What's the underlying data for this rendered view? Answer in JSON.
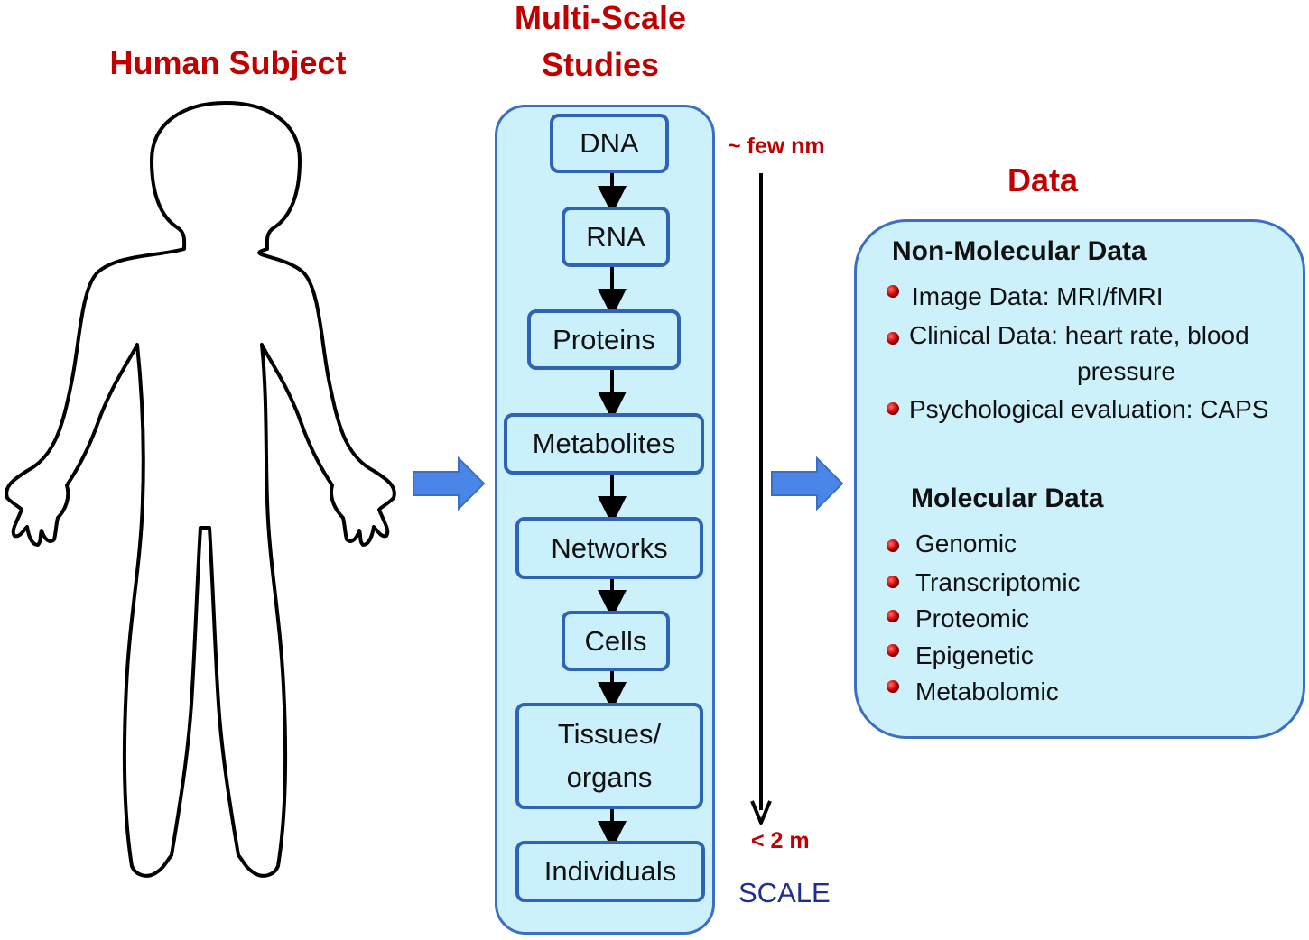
{
  "titles": {
    "human_subject": "Human Subject",
    "multi_scale_line1": "Multi-Scale",
    "multi_scale_line2": "Studies",
    "data": "Data"
  },
  "stages": [
    {
      "label": "DNA"
    },
    {
      "label": "RNA"
    },
    {
      "label": "Proteins"
    },
    {
      "label": "Metabolites"
    },
    {
      "label": "Networks"
    },
    {
      "label": "Cells"
    },
    {
      "label_line1": "Tissues/",
      "label_line2": "organs"
    },
    {
      "label": "Individuals"
    }
  ],
  "scale": {
    "top_label": "~  few nm",
    "bottom_label": "< 2 m",
    "axis_label": "SCALE"
  },
  "data_panel": {
    "non_molecular": {
      "heading": "Non-Molecular Data",
      "items": [
        "Image Data: MRI/fMRI",
        "Clinical Data: heart rate, blood",
        "pressure",
        "Psychological evaluation: CAPS"
      ]
    },
    "molecular": {
      "heading": "Molecular Data",
      "items": [
        "Genomic",
        "Transcriptomic",
        "Proteomic",
        "Epigenetic",
        "Metabolomic"
      ]
    }
  },
  "colors": {
    "title_red": "#c00000",
    "panel_fill": "#cdf1fb",
    "panel_border": "#3a6fc4",
    "flow_arrow": "#4a86e8",
    "scale_word": "#1f2f8f"
  },
  "icons": {
    "human_figure": "human-outline-icon",
    "flow_arrow": "block-arrow-right-icon",
    "bullet": "red-sphere-bullet-icon"
  }
}
